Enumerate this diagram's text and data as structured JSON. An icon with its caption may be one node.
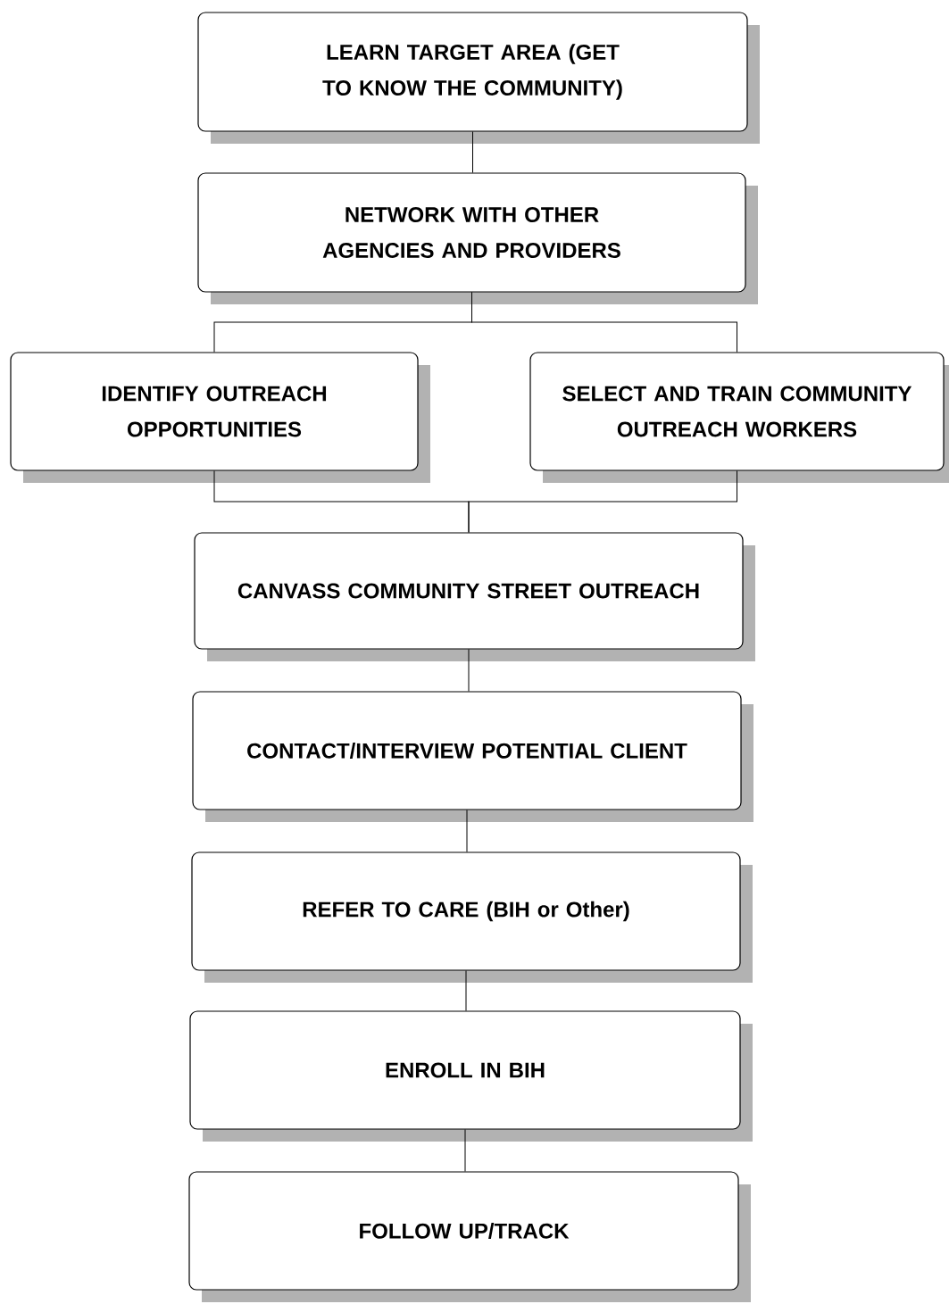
{
  "diagram": {
    "nodes": [
      {
        "text": [
          "LEARN TARGET AREA (GET TO KNOW THE COMMUNITY)"
        ]
      },
      {
        "text": [
          "NETWORK WITH OTHER AGENCIES AND PROVIDERS"
        ]
      },
      {
        "text": [
          "IDENTIFY OUTREACH OPPORTUNITIES"
        ]
      },
      {
        "text": [
          "SELECT AND TRAIN COMMUNITY OUTREACH WORKERS"
        ]
      },
      {
        "text": [
          "CANVASS COMMUNITY STREET OUTREACH"
        ]
      },
      {
        "text": [
          "CONTACT/INTERVIEW POTENTIAL CLIENT"
        ]
      },
      {
        "text": [
          "REFER TO CARE (BIH or Other)"
        ]
      },
      {
        "text": [
          "ENROLL IN BIH"
        ]
      },
      {
        "text": [
          "FOLLOW UP/TRACK"
        ]
      }
    ],
    "edges": [
      {
        "from": 0,
        "to": 1,
        "arrow": "none"
      },
      {
        "from": 1,
        "to": 2,
        "arrow": "none"
      },
      {
        "from": 1,
        "to": 3,
        "arrow": "none"
      },
      {
        "from": 2,
        "to": 4,
        "arrow": "none"
      },
      {
        "from": 3,
        "to": 4,
        "arrow": "none"
      },
      {
        "from": 4,
        "to": 5,
        "arrow": "none"
      },
      {
        "from": 5,
        "to": 6,
        "arrow": "none"
      },
      {
        "from": 6,
        "to": 7,
        "arrow": "none"
      },
      {
        "from": 7,
        "to": 8,
        "arrow": "none"
      }
    ]
  }
}
